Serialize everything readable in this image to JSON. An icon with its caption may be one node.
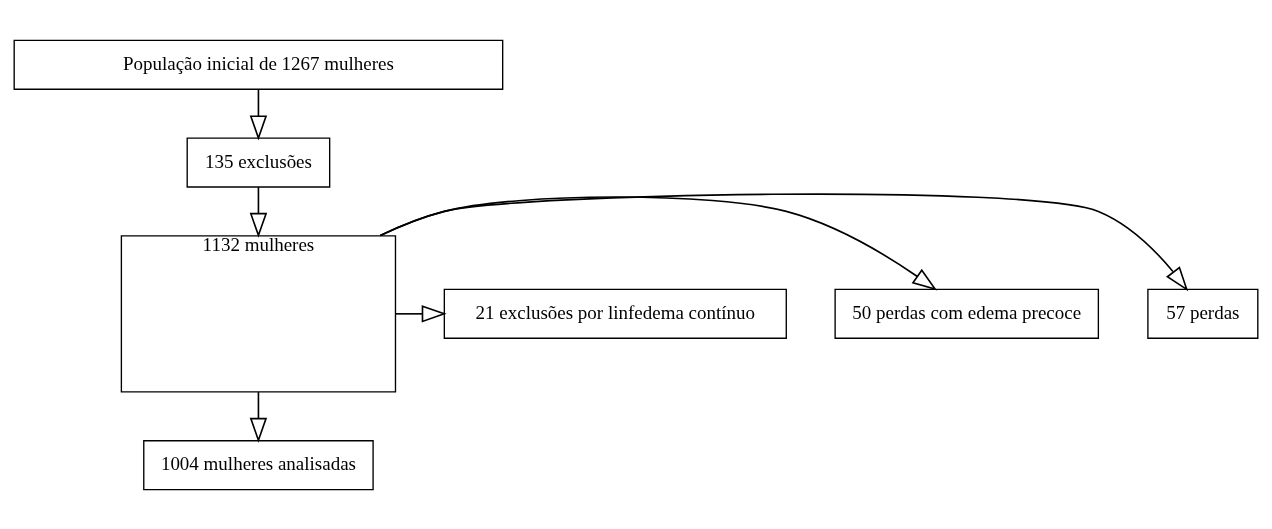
{
  "diagram": {
    "nodes": [
      {
        "text": [
          "População inicial de 1267 mulheres"
        ]
      },
      {
        "text": [
          "135 exclusões"
        ]
      },
      {
        "text": [
          "1132 mulheres"
        ]
      },
      {
        "text": [
          "57 perdas"
        ]
      },
      {
        "text": [
          "50 perdas com edema precoce"
        ]
      },
      {
        "text": [
          "21 exclusões por linfedema contínuo"
        ]
      },
      {
        "text": [
          "1004 mulheres analisadas"
        ]
      }
    ],
    "edges": [
      {
        "from": 0,
        "to": 1,
        "arrow": "to"
      },
      {
        "from": 1,
        "to": 2,
        "arrow": "to"
      },
      {
        "from": 2,
        "to": 3,
        "arrow": "to"
      },
      {
        "from": 2,
        "to": 4,
        "arrow": "to"
      },
      {
        "from": 2,
        "to": 5,
        "arrow": "to"
      },
      {
        "from": 2,
        "to": 6,
        "arrow": "to"
      }
    ]
  }
}
